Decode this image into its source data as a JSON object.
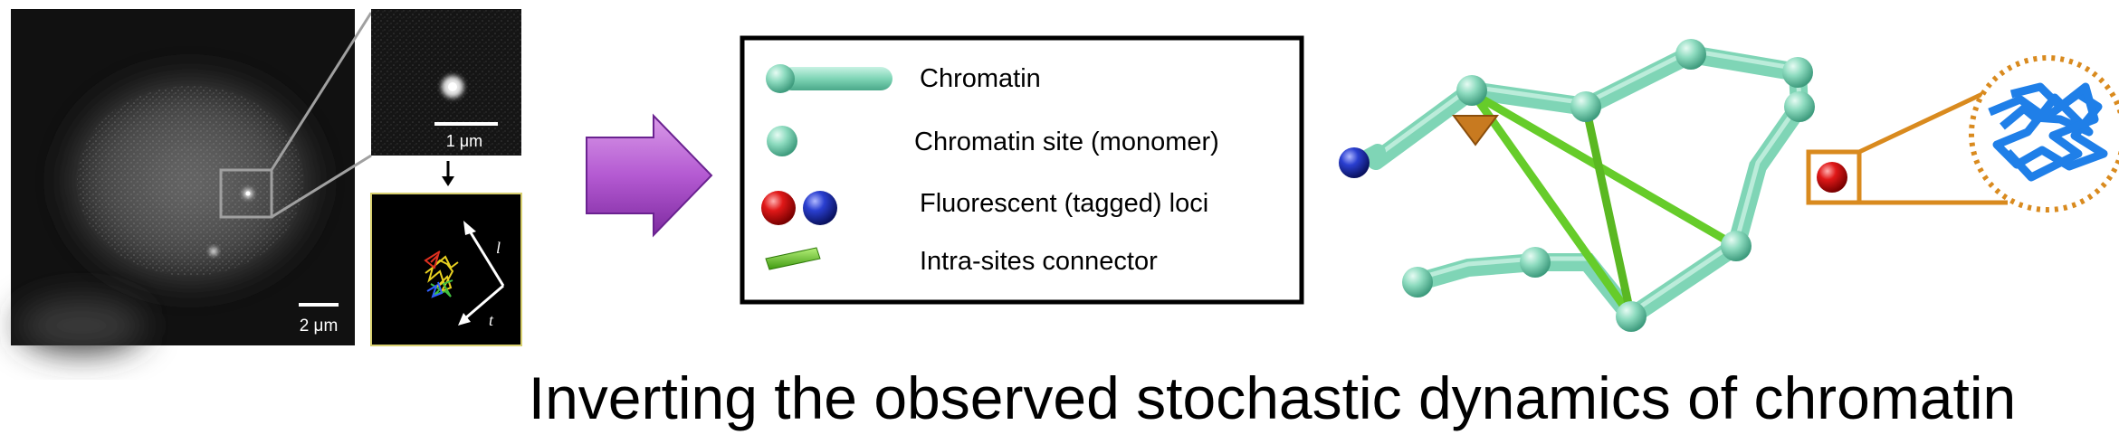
{
  "micrographs": {
    "main_scale_label": "2 μm",
    "zoom_scale_label": "1 μm",
    "trajectory_axis_l": "l",
    "trajectory_axis_t": "t"
  },
  "legend": {
    "items": [
      {
        "icon": "chromatin-fiber-icon",
        "label": "Chromatin"
      },
      {
        "icon": "chromatin-site-icon",
        "label": "Chromatin site (monomer)"
      },
      {
        "icon": "fluorescent-loci-icon",
        "label": "Fluorescent (tagged) loci"
      },
      {
        "icon": "connector-bar-icon",
        "label": "Intra-sites connector"
      }
    ]
  },
  "colors": {
    "chromatin": "#7fd5b6",
    "connector": "#66cc2a",
    "red_locus": "#d41010",
    "blue_locus": "#1d2fb5",
    "highlight": "#d98a1e",
    "arrow": "#b45ad2",
    "tangle": "#1f7fe8"
  },
  "caption": "Inverting the observed stochastic dynamics of chromatin"
}
